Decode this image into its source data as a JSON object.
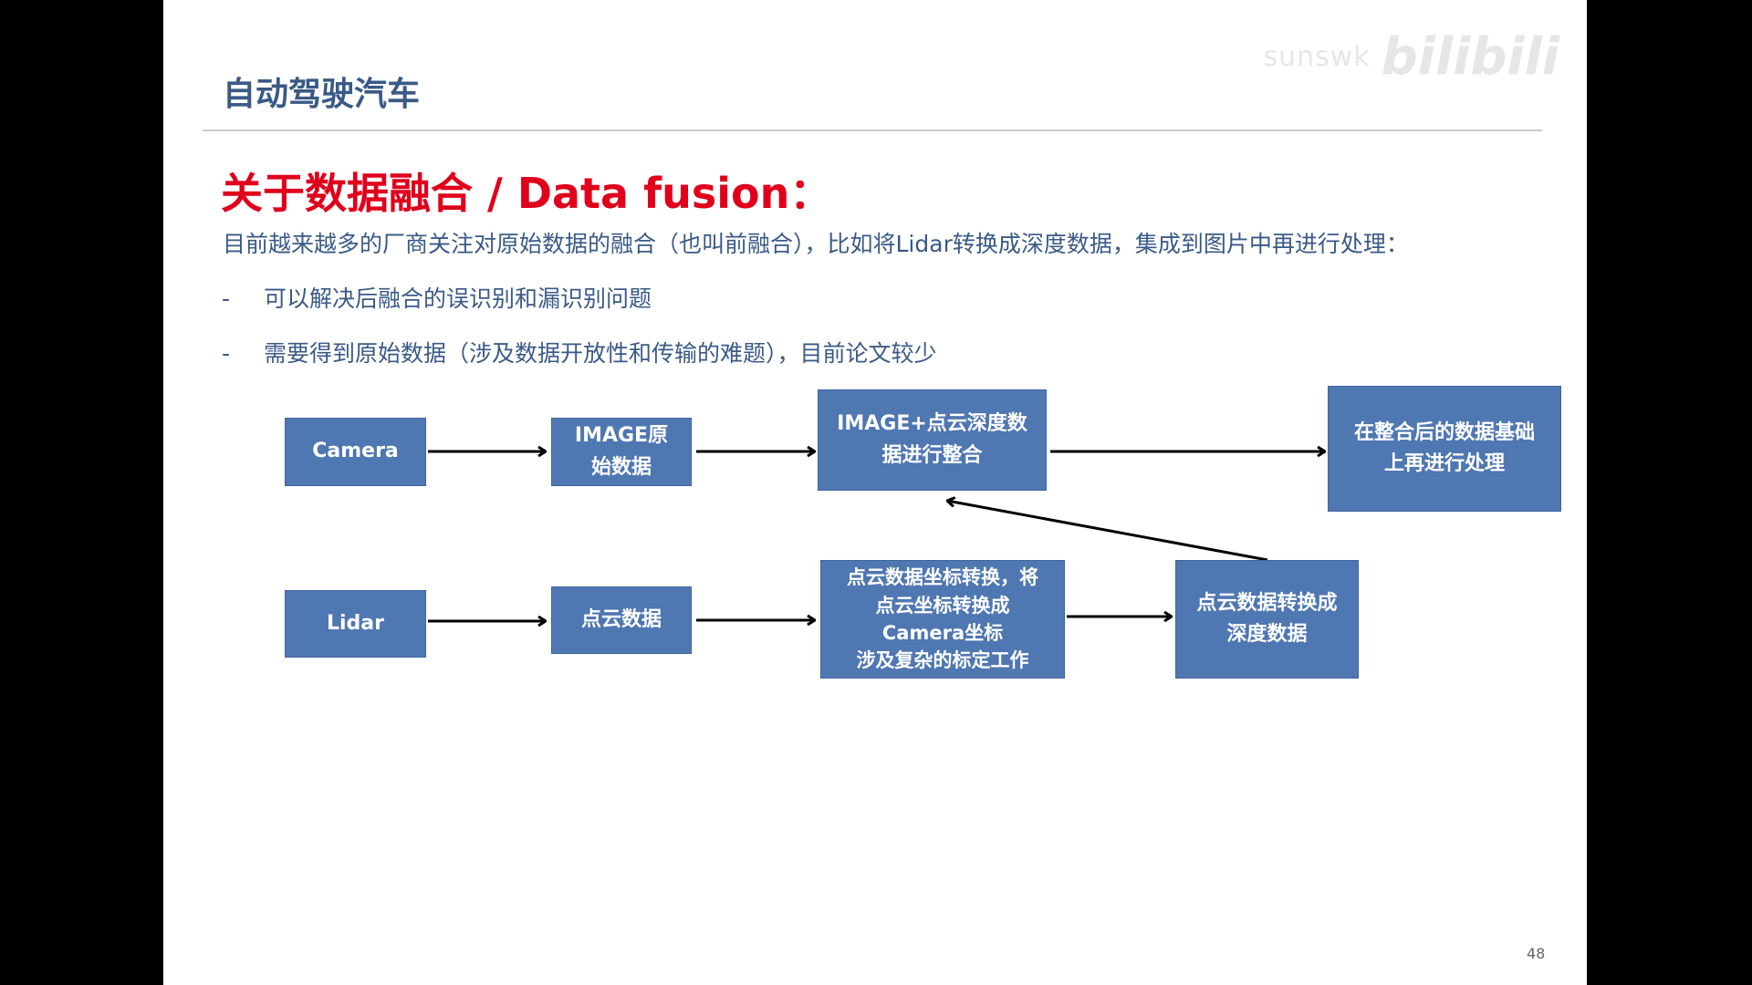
{
  "slide": {
    "title": "自动驾驶汽车",
    "watermark_user": "sunswk",
    "watermark_logo": "bilibili",
    "section_heading": "关于数据融合 / Data fusion：",
    "intro": "目前越来越多的厂商关注对原始数据的融合（也叫前融合），比如将Lidar转换成深度数据，集成到图片中再进行处理：",
    "bullets": [
      {
        "dash": "-",
        "text": "可以解决后融合的误识别和漏识别问题"
      },
      {
        "dash": "-",
        "text": "需要得到原始数据（涉及数据开放性和传输的难题），目前论文较少"
      }
    ],
    "page_number": "48"
  },
  "diagram": {
    "camera": [
      "Camera"
    ],
    "image_raw": [
      "IMAGE原",
      "始数据"
    ],
    "image_fusion": [
      "IMAGE+点云深度数",
      "据进行整合"
    ],
    "post_process": [
      "在整合后的数据基础",
      "上再进行处理"
    ],
    "lidar": [
      "Lidar"
    ],
    "point_cloud": [
      "点云数据"
    ],
    "coord_transform": [
      "点云数据坐标转换，将",
      "点云坐标转换成",
      "Camera坐标",
      "涉及复杂的标定工作"
    ],
    "depth_convert": [
      "点云数据转换成",
      "深度数据"
    ]
  },
  "colors": {
    "box_fill": "#4f77b1",
    "heading_red": "#e0001b",
    "text_blue": "#3a5a86",
    "arrow": "#000000"
  }
}
